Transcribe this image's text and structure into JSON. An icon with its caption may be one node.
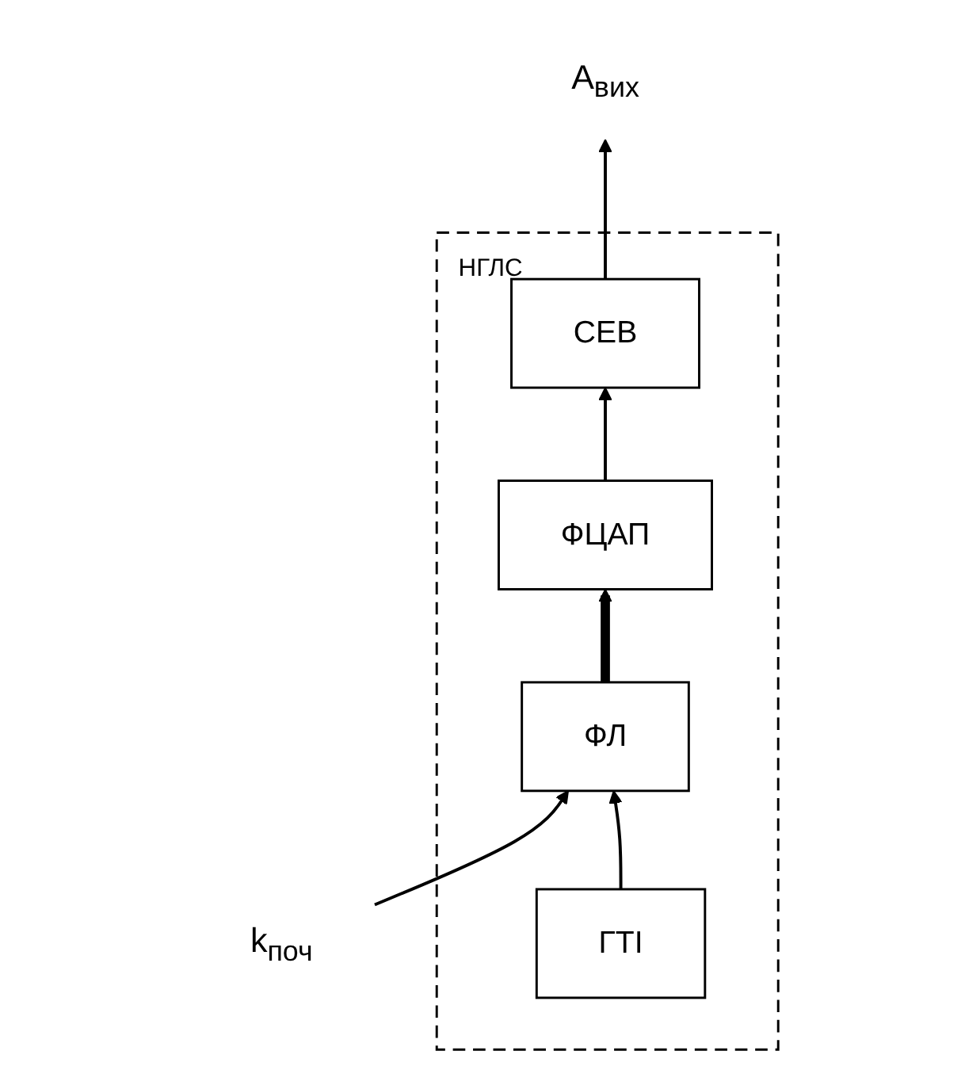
{
  "diagram": {
    "nodes": [
      {
        "text": [
          "НГЛС"
        ]
      },
      {
        "text": [
          "СЕВ"
        ],
        "in": 0
      },
      {
        "text": [
          "ФЦАП"
        ],
        "in": 0
      },
      {
        "text": [
          "ГТІ"
        ],
        "in": 0
      },
      {
        "text": [
          "ФЛ"
        ],
        "in": 0
      },
      {
        "text": [
          "A$_{вих}$"
        ]
      },
      {
        "text": [
          "k$_{поч}$"
        ]
      }
    ],
    "edges": [
      {
        "from": 6,
        "to": 4,
        "arrow": "to"
      },
      {
        "from": 3,
        "to": 4,
        "arrow": "to"
      },
      {
        "from": 4,
        "to": 2,
        "arrow": "to",
        "style": "thick"
      },
      {
        "from": 2,
        "to": 1,
        "arrow": "to"
      },
      {
        "from": 1,
        "to": 5,
        "arrow": "to"
      }
    ]
  }
}
